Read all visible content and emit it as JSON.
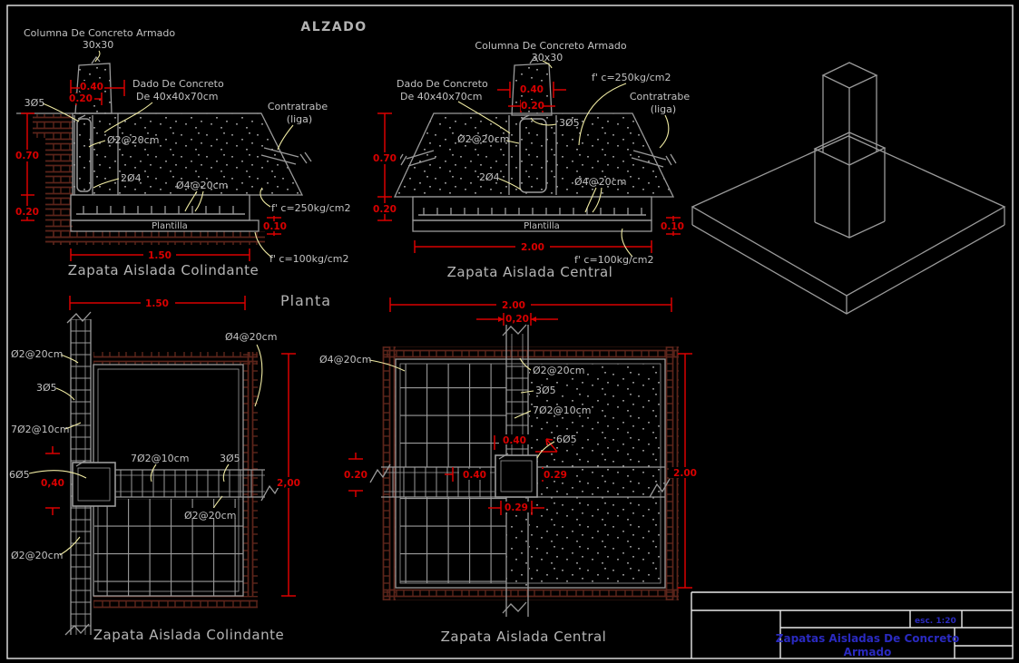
{
  "colors": {
    "background": "#000000",
    "line": "#9a9a9a",
    "text": "#c2c2c2",
    "dimension_red": "#d90000",
    "leader_yellow": "#efeaa2",
    "hatch_brown": "#5c241a",
    "titleblock_blue": "#2a2ac0",
    "border_white": "#e8e8e8"
  },
  "titles": {
    "elevation": "ALZADO",
    "plan": "Planta"
  },
  "alzado_colindante": {
    "caption": "Zapata Aislada Colindante",
    "column_label": "Columna De Concreto Armado",
    "column_size": "30x30",
    "dado_label_1": "Dado De Concreto",
    "dado_label_2": "De 40x40x70cm",
    "contratrabe_label": "Contratrabe",
    "contratrabe_label_2": "(liga)",
    "bars_label": "3Ø5",
    "stirrup_label": "Ø2@20cm",
    "bars2_label": "2Ø4",
    "mesh_label": "Ø4@20cm",
    "plantilla_label": "Plantilla",
    "fc_footing": "f' c=250kg/cm2",
    "fc_plantilla": "f' c=100kg/cm2",
    "dim_col_width": "0.40",
    "dim_col_offset": "0.20",
    "dim_height": "0.70",
    "dim_slab": "0.20",
    "dim_width": "1.50",
    "dim_plantilla": "0.10"
  },
  "alzado_central": {
    "caption": "Zapata Aislada Central",
    "column_label": "Columna De Concreto Armado",
    "column_size": "30x30",
    "dado_label_1": "Dado De Concreto",
    "dado_label_2": "De 40x40x70cm",
    "fc_footing": "f' c=250kg/cm2",
    "contratrabe_label": "Contratrabe",
    "contratrabe_label_2": "(liga)",
    "bars_label": "3Ø5",
    "stirrup_label": "Ø2@20cm",
    "bars2_label": "2Ø4",
    "mesh_label": "Ø4@20cm",
    "plantilla_label": "Plantilla",
    "fc_plantilla": "f' c=100kg/cm2",
    "dim_col_width": "0.40",
    "dim_col_offset": "0.20",
    "dim_height": "0.70",
    "dim_slab": "0.20",
    "dim_width": "2.00",
    "dim_plantilla": "0.10"
  },
  "planta_colindante": {
    "caption": "Zapata Aislada Colindante",
    "dim_width": "1.50",
    "dim_depth": "2,00",
    "dim_column": "0,40",
    "mesh_label": "Ø4@20cm",
    "column_stirrups": "Ø2@20cm",
    "column_bars": "3Ø5",
    "column_stirrups_2": "7Ø2@10cm",
    "dado_bars": "6Ø5",
    "beam_stirrups": "7Ø2@10cm",
    "beam_bars": "3Ø5",
    "beam_stirrups_2": "Ø2@20cm",
    "column_stirrups_3": "Ø2@20cm"
  },
  "planta_central": {
    "caption": "Zapata Aislada Central",
    "dim_width": "2.00",
    "dim_column_offset": "0,20",
    "mesh_label": "Ø4@20cm",
    "column_stirrups": "Ø2@20cm",
    "column_bars": "3Ø5",
    "beam_stirrups": "7Ø2@10cm",
    "dado_bars": "6Ø5",
    "dim_dado": "0.40",
    "dim_beam_left": "0.20",
    "dim_beam": "0.40",
    "dim_offset_right": "0.29",
    "dim_offset_bottom": "0.29",
    "dim_depth": "2.00"
  },
  "titleblock": {
    "scale": "esc. 1:20",
    "title_line1": "Zapatas Aisladas De Concreto",
    "title_line2": "Armado"
  }
}
